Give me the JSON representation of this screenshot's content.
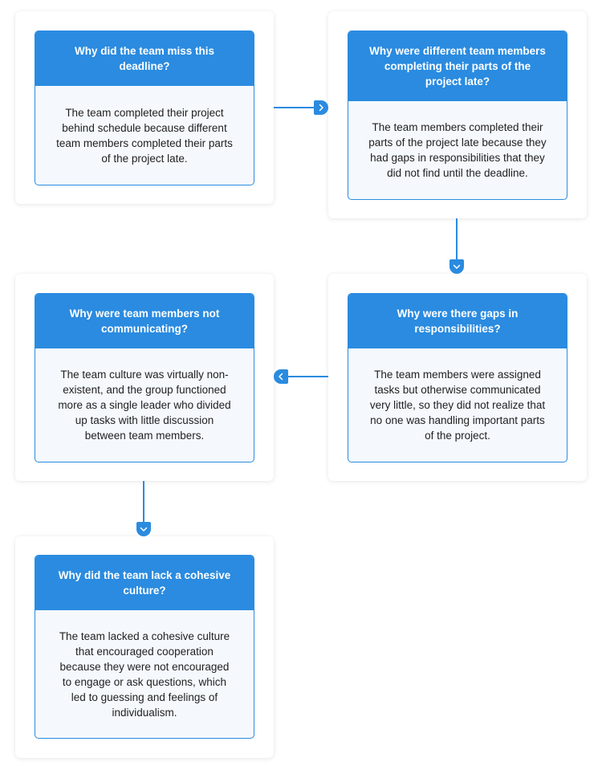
{
  "steps": [
    {
      "question": "Why did the team miss this deadline?",
      "answer": "The team completed their project behind schedule because different team members completed their parts of the project late."
    },
    {
      "question": "Why were different team members completing their parts of the project late?",
      "answer": "The team members completed their parts of the project late because they had gaps in responsibilities that they did not find until the deadline."
    },
    {
      "question": "Why were there gaps in responsibilities?",
      "answer": "The team members were assigned tasks but otherwise communicated very little, so they did not realize that no one was handling important parts of the project."
    },
    {
      "question": "Why were team members not communicating?",
      "answer": "The team culture was virtually non-existent, and the group functioned more as a single leader who divided up tasks with little discussion between team members."
    },
    {
      "question": "Why did the team lack a cohesive culture?",
      "answer": "The team lacked a cohesive culture that encouraged cooperation because they were not encouraged to engage or ask questions, which led to guessing and feelings of individualism."
    }
  ],
  "icons": {
    "arrow_right": "chevron-right-icon",
    "arrow_down": "chevron-down-icon",
    "arrow_left": "chevron-left-icon"
  },
  "colors": {
    "accent": "#2a8be0",
    "answer_bg": "#f5f9fd",
    "text": "#1f1f1f"
  }
}
